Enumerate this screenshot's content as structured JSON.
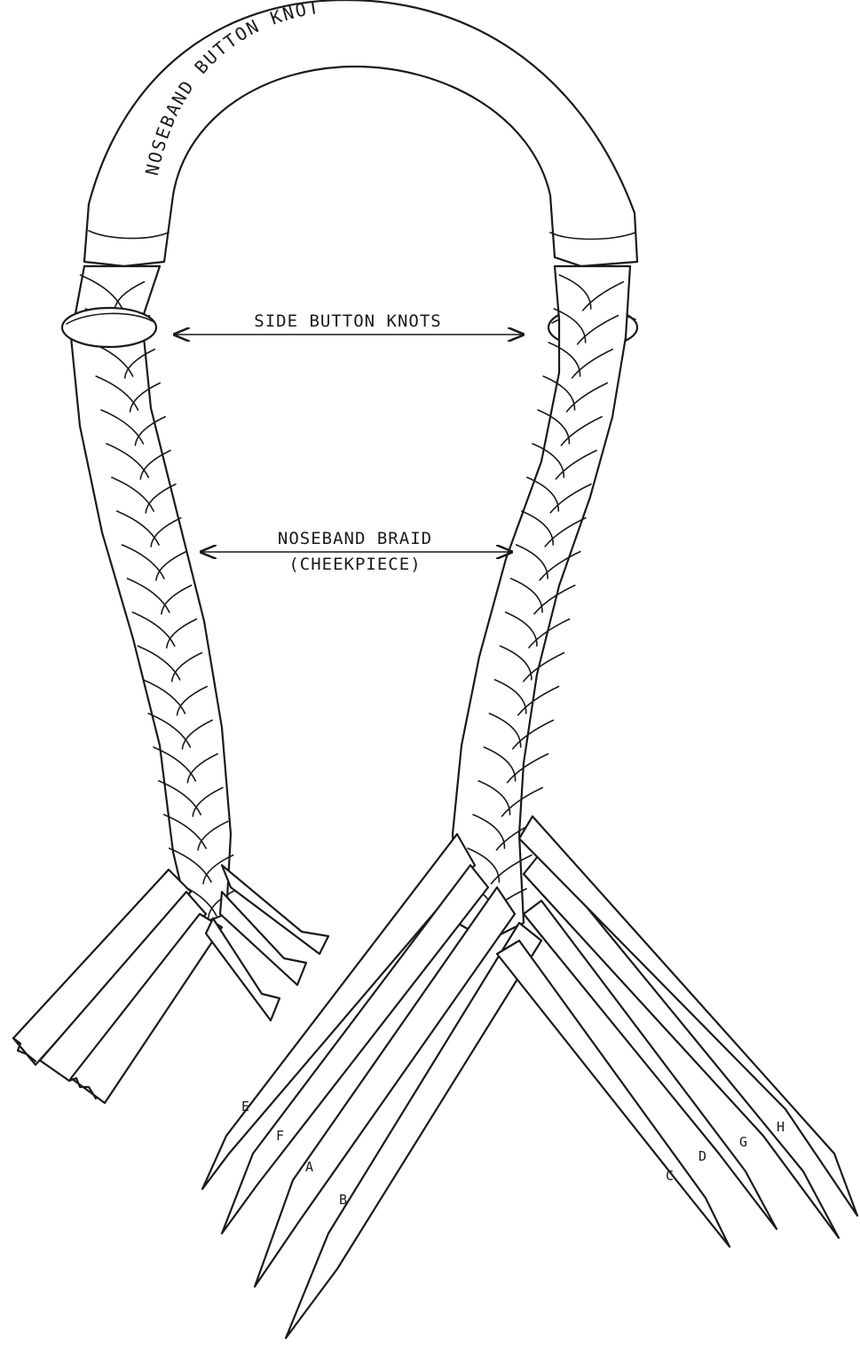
{
  "labels": {
    "noseband_button_knot": "NOSEBAND  BUTTON  KNOT",
    "side_button_knots": "SIDE BUTTON KNOTS",
    "noseband_braid": "NOSEBAND BRAID",
    "cheekpiece": "(CHEEKPIECE)"
  },
  "strand_labels": [
    "E",
    "F",
    "A",
    "B",
    "C",
    "D",
    "G",
    "H"
  ],
  "colors": {
    "ink": "#1a1a1a",
    "paper": "#ffffff"
  }
}
